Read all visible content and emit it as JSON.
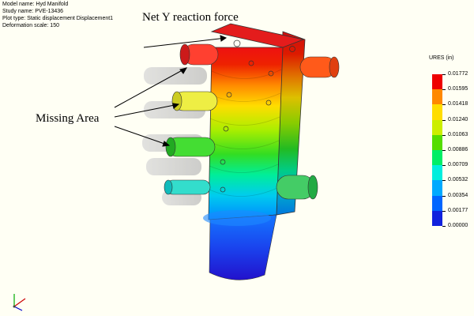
{
  "info": {
    "lines": [
      "Model name: Hyd Manifold",
      "Study name: PVE-13436",
      "Plot type: Static displacement Displacement1",
      "Deformation scale: 150"
    ]
  },
  "annotations": {
    "net_y": "Net Y reaction force",
    "missing_area": "Missing Area"
  },
  "legend": {
    "title": "URES (in)",
    "ticks": [
      "0.01772",
      "0.01595",
      "0.01418",
      "0.01240",
      "0.01063",
      "0.00886",
      "0.00709",
      "0.00532",
      "0.00354",
      "0.00177",
      "0.00000"
    ],
    "colors": [
      "#ee0000",
      "#ff8800",
      "#ffdd00",
      "#ccee00",
      "#55dd00",
      "#00ee66",
      "#00eedd",
      "#00aaff",
      "#0066ff",
      "#1122dd"
    ]
  },
  "colors": {
    "background": "#fffff4"
  },
  "triad_icon": "axis-triad-icon"
}
